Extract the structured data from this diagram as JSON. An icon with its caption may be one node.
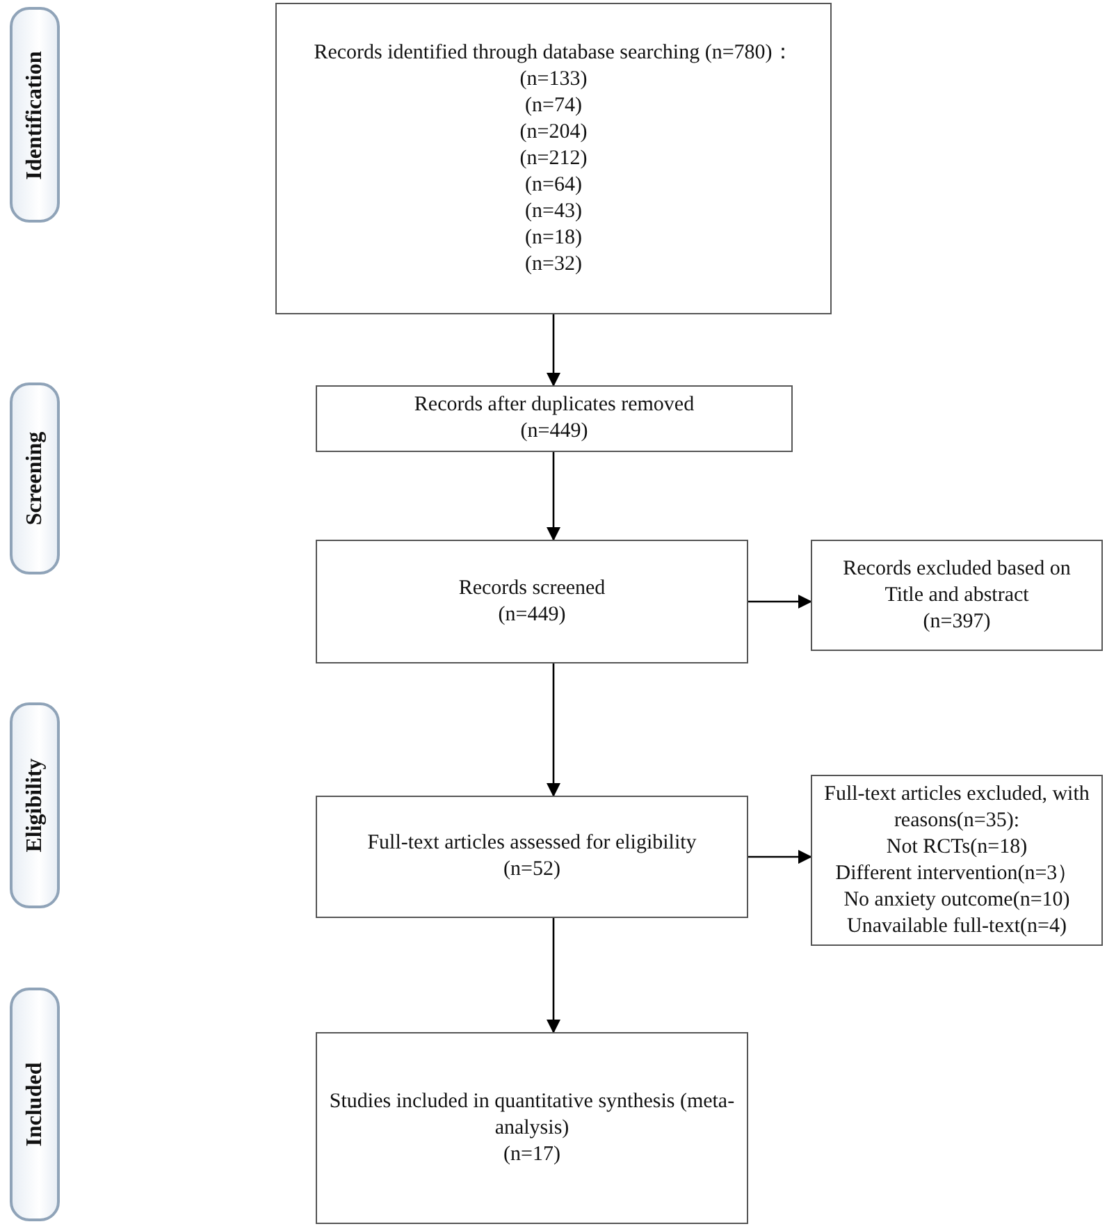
{
  "diagram": {
    "nodes": [
      {
        "text": [
          "Identification"
        ]
      },
      {
        "text": [
          "Records identified through database searching (n=780)：",
          "(n=133)",
          "(n=74)",
          "(n=204)",
          "(n=212)",
          "(n=64)",
          "(n=43)",
          "(n=18)",
          "(n=32)"
        ]
      },
      {
        "text": [
          "Screening"
        ]
      },
      {
        "text": [
          "Records after duplicates removed",
          "(n=449)"
        ]
      },
      {
        "text": [
          "Records screened",
          "(n=449)"
        ]
      },
      {
        "text": [
          "Records excluded based on Title and abstract",
          "(n=397)"
        ]
      },
      {
        "text": [
          "Eligibility"
        ]
      },
      {
        "text": [
          "Full-text articles assessed for eligibility",
          "(n=52)"
        ]
      },
      {
        "text": [
          "Full-text articles excluded, with reasons(n=35):",
          "Not RCTs(n=18)",
          "Different intervention(n=3）",
          "No anxiety outcome(n=10)",
          "Unavailable full-text(n=4)"
        ]
      },
      {
        "text": [
          "Included"
        ]
      },
      {
        "text": [
          "Studies included in quantitative synthesis (meta-analysis)",
          "(n=17)"
        ]
      }
    ],
    "edges": [
      {
        "from": 1,
        "to": 3,
        "arrow": "to"
      },
      {
        "from": 3,
        "to": 4,
        "arrow": "to"
      },
      {
        "from": 4,
        "to": 5,
        "arrow": "to"
      },
      {
        "from": 4,
        "to": 7,
        "arrow": "to"
      },
      {
        "from": 7,
        "to": 8,
        "arrow": "to"
      },
      {
        "from": 7,
        "to": 10,
        "arrow": "to"
      }
    ]
  }
}
